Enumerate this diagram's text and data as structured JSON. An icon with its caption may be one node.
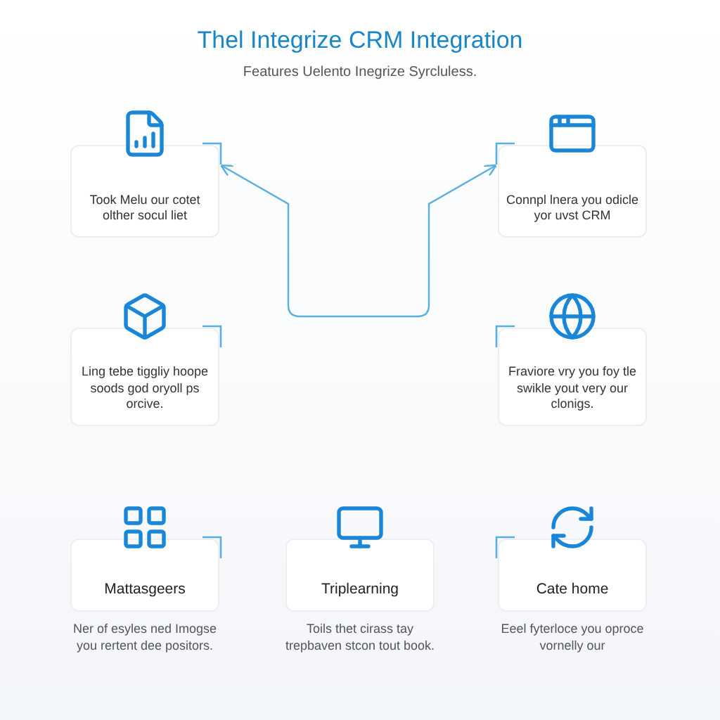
{
  "diagram": {
    "title": "Thel Integrize CRM Integration",
    "nodes": [
      {
        "text": [
          "Took Melu our cotet olther socul liet"
        ]
      },
      {
        "text": [
          "Connpl lnera you odicle yor uvst CRM"
        ]
      },
      {
        "text": [
          "Ling tebe tiggliy hoope soods god oryoll ps orcive."
        ]
      },
      {
        "text": [
          "Fraviore vry you foy tle swikle yout very our clonigs."
        ]
      },
      {
        "text": [
          "Mattasgeers"
        ],
        "beside": [
          "Ner of esyles ned Imogse you rertent dee positors."
        ]
      },
      {
        "text": [
          "Triplearning"
        ],
        "beside": [
          "Toils thet cirass tay trepbaven stcon tout book."
        ]
      },
      {
        "text": [
          "Cate home"
        ],
        "beside": [
          "Eeel fyterloce you oproce vornelly our"
        ]
      }
    ],
    "edges": [
      {
        "from": 0,
        "to": 1,
        "arrow": "both"
      }
    ],
    "labels": [
      "Features Uelento Inegrize Syrcluless."
    ]
  }
}
